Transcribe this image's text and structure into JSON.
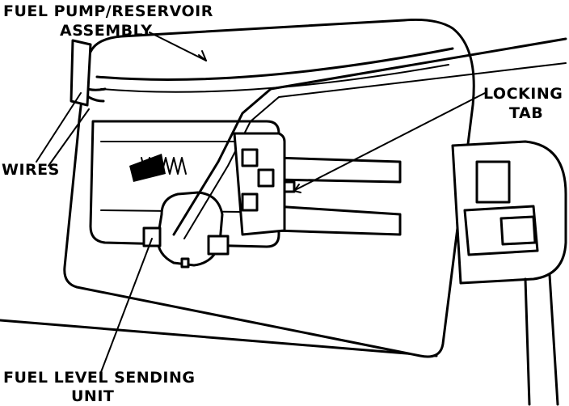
{
  "labels": {
    "fuel_pump_line1": "FUEL PUMP/RESERVOIR",
    "fuel_pump_line2": "ASSEMBLY",
    "wires": "WIRES",
    "locking_tab_line1": "LOCKING",
    "locking_tab_line2": "TAB",
    "sending_unit_line1": "FUEL LEVEL SENDING",
    "sending_unit_line2": "UNIT"
  },
  "colors": {
    "ink": "#000000",
    "paper": "#ffffff"
  }
}
